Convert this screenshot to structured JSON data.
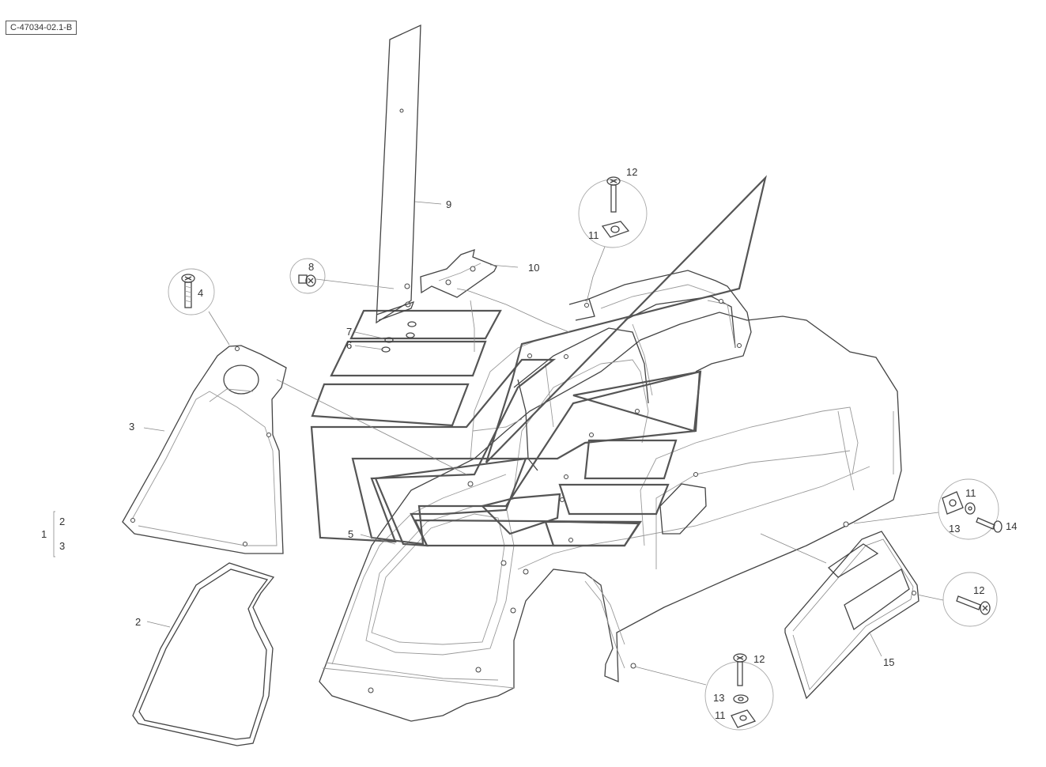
{
  "diagram": {
    "reference_code": "C-47034-02.1-B",
    "callouts": {
      "c1": "1",
      "c2a": "2",
      "c3a": "3",
      "c2": "2",
      "c3": "3",
      "c4": "4",
      "c5": "5",
      "c6": "6",
      "c7": "7",
      "c8": "8",
      "c9": "9",
      "c10": "10",
      "c11_top": "11",
      "c12_top": "12",
      "c11_right": "11",
      "c13_right": "13",
      "c14_right": "14",
      "c12_right": "12",
      "c15": "15",
      "c12_bottom": "12",
      "c13_bottom": "13",
      "c11_bottom": "11"
    }
  }
}
